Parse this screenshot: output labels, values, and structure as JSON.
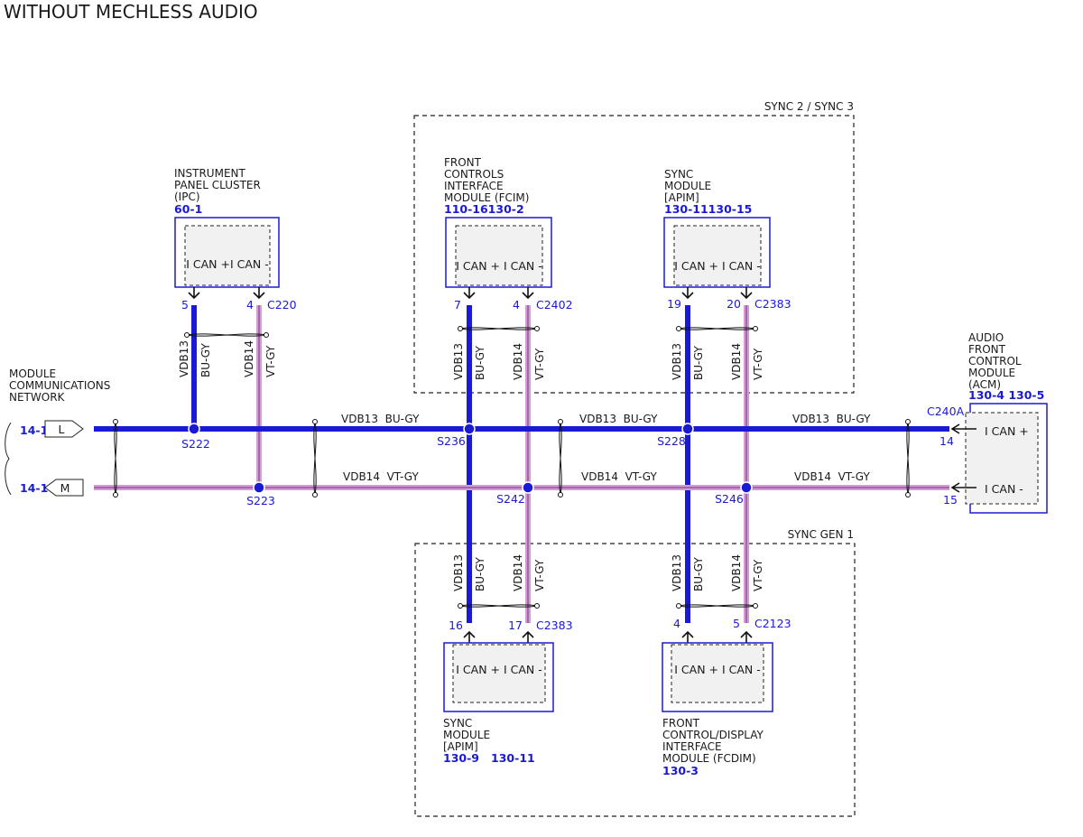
{
  "title": "WITHOUT MECHLESS AUDIO",
  "colors": {
    "bu_gy": "#1a1ad6",
    "vt_gy": "#d59ad7",
    "connector_blue": "#1a1ad6"
  },
  "regions": {
    "sync23": "SYNC 2 / SYNC 3",
    "syncgen1": "SYNC GEN 1"
  },
  "network": {
    "label": [
      "MODULE",
      "COMMUNICATIONS",
      "NETWORK"
    ],
    "conn_l": {
      "ref": "14-1",
      "letter": "L"
    },
    "conn_m": {
      "ref": "14-1",
      "letter": "M"
    },
    "wire_high": "VDB13  BU-GY",
    "wire_low": "VDB14  VT-GY"
  },
  "ipc": {
    "name": [
      "INSTRUMENT",
      "PANEL CLUSTER",
      "(IPC)"
    ],
    "ref": "60-1",
    "box": "I CAN +I CAN -",
    "pin_a": "5",
    "pin_b": "4",
    "connector": "C220",
    "wire_a": "VDB13",
    "color_a": "BU-GY",
    "wire_b": "VDB14",
    "color_b": "VT-GY",
    "splice_a": "S222",
    "splice_b": "S223"
  },
  "fcim": {
    "name": [
      "FRONT",
      "CONTROLS",
      "INTERFACE",
      "MODULE (FCIM)"
    ],
    "ref": "110-16130-2",
    "box": "I CAN + I CAN -",
    "pin_a": "7",
    "pin_b": "4",
    "connector": "C2402",
    "wire_a": "VDB13",
    "color_a": "BU-GY",
    "wire_b": "VDB14",
    "color_b": "VT-GY",
    "splice_a": "S236",
    "splice_b": "S242"
  },
  "apim_top": {
    "name": [
      "SYNC",
      "MODULE",
      "[APIM]"
    ],
    "ref": "130-11130-15",
    "box": "I CAN + I CAN -",
    "pin_a": "19",
    "pin_b": "20",
    "connector": "C2383",
    "wire_a": "VDB13",
    "color_a": "BU-GY",
    "wire_b": "VDB14",
    "color_b": "VT-GY",
    "splice_a": "S228",
    "splice_b": "S246"
  },
  "acm": {
    "name": [
      "AUDIO",
      "FRONT",
      "CONTROL",
      "MODULE",
      "(ACM)"
    ],
    "ref": "130-4 130-5",
    "connector": "C240A",
    "pin_a": "14",
    "pin_b": "15",
    "line_a": "I CAN +",
    "line_b": "I CAN -"
  },
  "apim_bottom": {
    "name": [
      "SYNC",
      "MODULE",
      "[APIM]"
    ],
    "ref": "130-9   130-11",
    "box": "I CAN + I CAN -",
    "pin_a": "16",
    "pin_b": "17",
    "connector": "C2383",
    "wire_a": "VDB13",
    "color_a": "BU-GY",
    "wire_b": "VDB14",
    "color_b": "VT-GY"
  },
  "fcdim": {
    "name": [
      "FRONT",
      "CONTROL/DISPLAY",
      "INTERFACE",
      "MODULE (FCDIM)"
    ],
    "ref": "130-3",
    "box": "I CAN + I CAN -",
    "pin_a": "4",
    "pin_b": "5",
    "connector": "C2123",
    "wire_a": "VDB13",
    "color_a": "BU-GY",
    "wire_b": "VDB14",
    "color_b": "VT-GY"
  }
}
